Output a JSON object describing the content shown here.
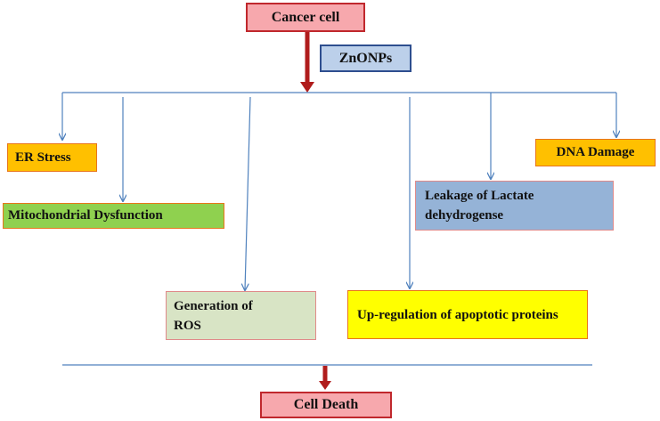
{
  "nodes": {
    "cancer_cell": "Cancer cell",
    "znonps": "ZnONPs",
    "er_stress": "ER Stress",
    "mito": "Mitochondrial Dysfunction",
    "ros": "Generation of ROS",
    "upreg": "Up-regulation of apoptotic proteins",
    "ldh": "Leakage of Lactate dehydrogense",
    "dna": "DNA Damage",
    "cell_death": "Cell Death"
  },
  "colors": {
    "red_fill": "#f7a8ad",
    "red_border": "#c0282d",
    "blue_fill": "#bcd0ea",
    "blue_border": "#2e4e8f",
    "orange_fill": "#ffc000",
    "green_fill": "#8fd14f",
    "olive_fill": "#d8e4c5",
    "yellow_fill": "#ffff00",
    "ldh_fill": "#95b3d7",
    "connector": "#4f81bd",
    "main_arrow": "#b01c1c"
  }
}
